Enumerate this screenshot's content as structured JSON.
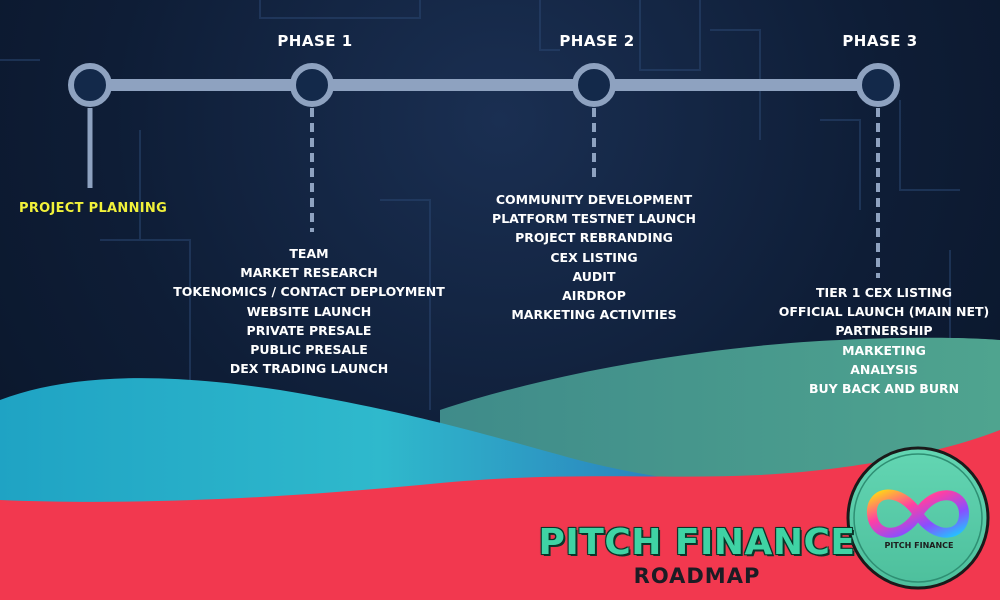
{
  "colors": {
    "background": "#0e1d36",
    "timeline": "#8ea2c0",
    "planning_text": "#f2f23a",
    "wave_teal": "#2fb9cc",
    "wave_green": "#4a9b8a",
    "wave_red": "#f2384f",
    "brand_green": "#3fd3a4"
  },
  "start_label": "PROJECT  PLANNING",
  "phases": [
    {
      "title": "PHASE 1",
      "items": [
        "TEAM",
        "MARKET RESEARCH",
        "TOKENOMICS / CONTACT DEPLOYMENT",
        "WEBSITE LAUNCH",
        "PRIVATE PRESALE",
        "PUBLIC PRESALE",
        "DEX TRADING LAUNCH"
      ]
    },
    {
      "title": "PHASE 2",
      "items": [
        "COMMUNITY DEVELOPMENT",
        "PLATFORM TESTNET LAUNCH",
        "PROJECT REBRANDING",
        "CEX LISTING",
        "AUDIT",
        "AIRDROP",
        "MARKETING ACTIVITIES"
      ]
    },
    {
      "title": "PHASE 3",
      "items": [
        "TIER 1 CEX LISTING",
        "OFFICIAL LAUNCH (MAIN NET)",
        "PARTNERSHIP",
        "MARKETING",
        "ANALYSIS",
        "BUY BACK AND BURN"
      ]
    }
  ],
  "brand": {
    "title": "PITCH FINANCE",
    "subtitle": "ROADMAP",
    "logo_text": "PITCH FINANCE",
    "logo_icon": "infinity-icon"
  }
}
